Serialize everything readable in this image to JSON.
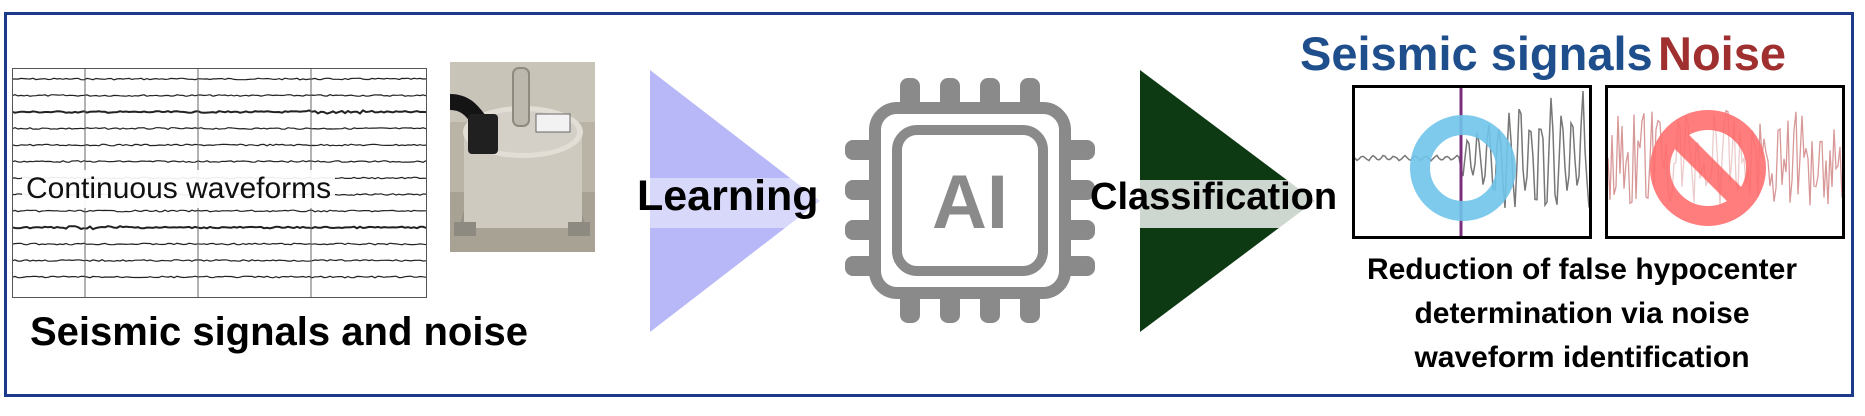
{
  "input": {
    "waveform_label": "Continuous waveforms",
    "caption": "Seismic signals and noise",
    "icon": "seismometer-photo"
  },
  "step_learning": {
    "label": "Learning",
    "color": "#b8b8f8"
  },
  "ai_chip": {
    "label": "AI",
    "icon": "ai-chip-icon",
    "color": "#8a8a8a"
  },
  "step_classification": {
    "label": "Classification",
    "color": "#0d3a12"
  },
  "output": {
    "seismic_title": "Seismic signals",
    "noise_title": "Noise",
    "seismic_color": "#1f4e8c",
    "noise_color": "#a03030",
    "accept_icon": "circle-accept-icon",
    "reject_icon": "prohibited-icon",
    "result_line1": "Reduction of false hypocenter",
    "result_line2": "determination via noise",
    "result_line3": "waveform identification"
  }
}
